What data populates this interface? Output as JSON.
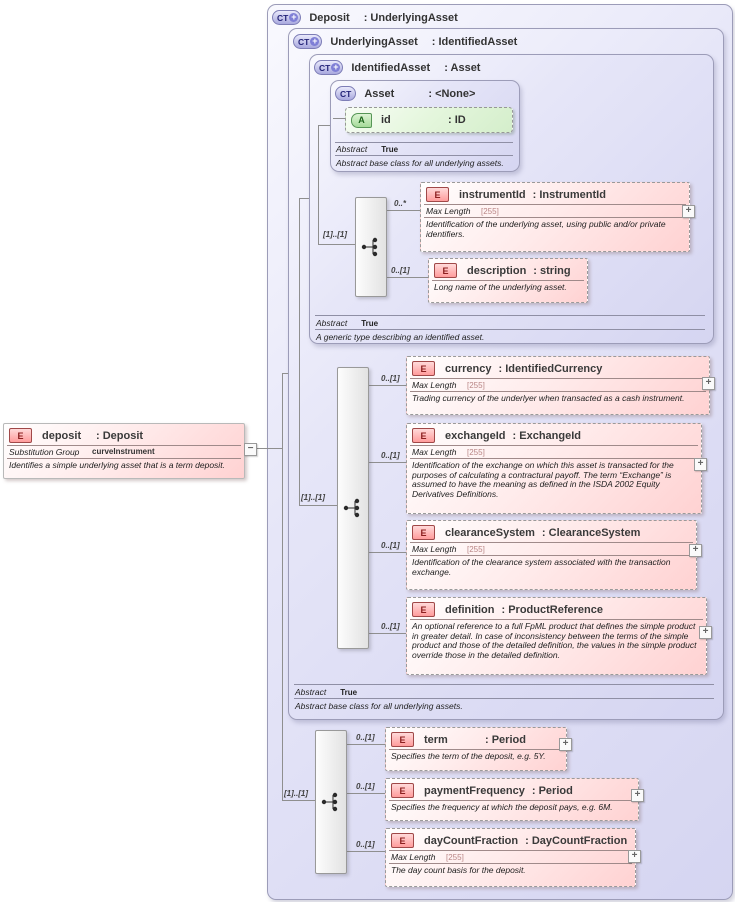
{
  "icons": {
    "plus": "+",
    "minus": "−"
  },
  "colors": {
    "ct_fill": "#d5d5f1",
    "element_fill": "#ffd2d2",
    "attribute_fill": "#d4eecb",
    "box_border": "#9c9cb8",
    "element_badge": "#ff9c9c"
  },
  "root_element": {
    "badge": "E",
    "name": "deposit",
    "type_ref": ": Deposit",
    "subst_label": "Substitution Group",
    "subst_value": "curveInstrument",
    "annotation": "Identifies a simple underlying asset that is a term deposit."
  },
  "ct_deposit": {
    "badge": "CT",
    "name": "Deposit",
    "type_ref": ": UnderlyingAsset",
    "occurs": "[1]..[1]"
  },
  "ct_underlying": {
    "badge": "CT",
    "name": "UnderlyingAsset",
    "type_ref": ": IdentifiedAsset",
    "occurs": "[1]..[1]",
    "abstract_label": "Abstract",
    "abstract_value": "True",
    "annotation": "Abstract base class for all underlying assets."
  },
  "ct_identified": {
    "badge": "CT",
    "name": "IdentifiedAsset",
    "type_ref": ": Asset",
    "occurs": "[1]..[1]",
    "abstract_label": "Abstract",
    "abstract_value": "True",
    "annotation": "A generic type describing an identified asset."
  },
  "ct_asset": {
    "badge": "CT",
    "name": "Asset",
    "type_ref": ": <None>",
    "abstract_label": "Abstract",
    "abstract_value": "True",
    "annotation": "Abstract base class for all underlying assets."
  },
  "attr_id": {
    "badge": "A",
    "name": "id",
    "type_ref": ": ID"
  },
  "el_instrumentId": {
    "badge": "E",
    "occurs": "0..*",
    "name": "instrumentId",
    "type_ref": ": InstrumentId",
    "maxlen_label": "Max Length",
    "maxlen_value": "[255]",
    "annotation": "Identification of the underlying asset, using public and/or private identifiers."
  },
  "el_description": {
    "badge": "E",
    "occurs": "0..[1]",
    "name": "description",
    "type_ref": ": string",
    "annotation": "Long name of the underlying asset."
  },
  "el_currency": {
    "badge": "E",
    "occurs": "0..[1]",
    "name": "currency",
    "type_ref": ": IdentifiedCurrency",
    "maxlen_label": "Max Length",
    "maxlen_value": "[255]",
    "annotation": "Trading currency of the underlyer when transacted as a cash instrument."
  },
  "el_exchangeId": {
    "badge": "E",
    "occurs": "0..[1]",
    "name": "exchangeId",
    "type_ref": ": ExchangeId",
    "maxlen_label": "Max Length",
    "maxlen_value": "[255]",
    "annotation": "Identification of the exchange on which this asset is transacted for the purposes of calculating a contractural payoff. The term “Exchange” is assumed to have the meaning as defined in the ISDA 2002 Equity Derivatives Definitions."
  },
  "el_clearanceSystem": {
    "badge": "E",
    "occurs": "0..[1]",
    "name": "clearanceSystem",
    "type_ref": ": ClearanceSystem",
    "maxlen_label": "Max Length",
    "maxlen_value": "[255]",
    "annotation": "Identification of the clearance system associated with the transaction exchange."
  },
  "el_definition": {
    "badge": "E",
    "occurs": "0..[1]",
    "name": "definition",
    "type_ref": ": ProductReference",
    "annotation": "An optional reference to a full FpML product that defines the simple product in greater detail. In case of inconsistency between the terms of the simple product and those of the detailed definition, the values in the simple product override those in the detailed definition."
  },
  "el_term": {
    "badge": "E",
    "occurs": "0..[1]",
    "name": "term",
    "type_ref": ": Period",
    "annotation": "Specifies the term of the deposit, e.g. 5Y."
  },
  "el_paymentFrequency": {
    "badge": "E",
    "occurs": "0..[1]",
    "name": "paymentFrequency",
    "type_ref": ": Period",
    "annotation": "Specifies the frequency at which the deposit pays, e.g. 6M."
  },
  "el_dayCountFraction": {
    "badge": "E",
    "occurs": "0..[1]",
    "name": "dayCountFraction",
    "type_ref": ": DayCountFraction",
    "maxlen_label": "Max Length",
    "maxlen_value": "[255]",
    "annotation": "The day count basis for the deposit."
  }
}
